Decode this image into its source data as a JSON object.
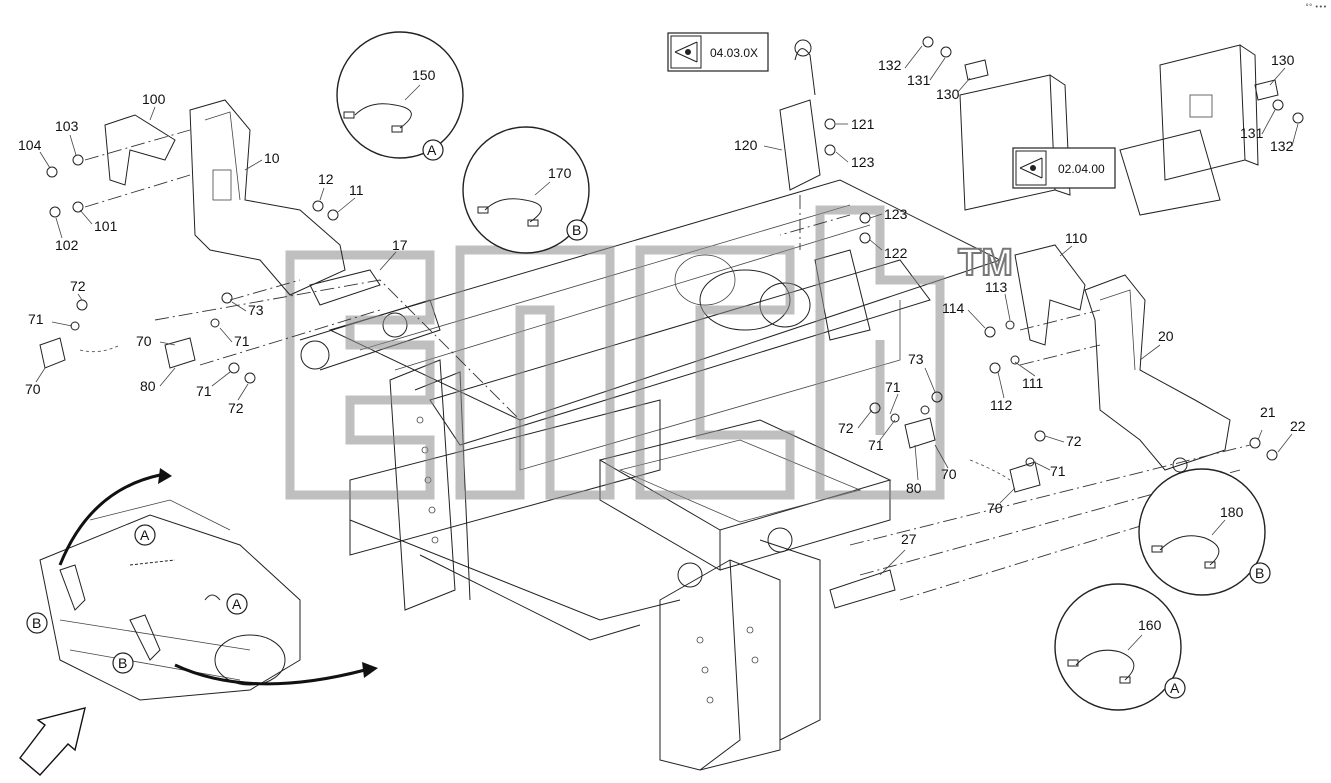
{
  "corner_mark": "°° •••",
  "watermark": {
    "text": "elisa",
    "tm": "TM"
  },
  "references": [
    {
      "id": "ref-040300x",
      "text": "04.03.0X"
    },
    {
      "id": "ref-020400",
      "text": "02.04.00"
    }
  ],
  "detail_circles": [
    {
      "id": "detail-150",
      "number": "150",
      "letter": "A"
    },
    {
      "id": "detail-170",
      "number": "170",
      "letter": "B"
    },
    {
      "id": "detail-180",
      "number": "180",
      "letter": "B"
    },
    {
      "id": "detail-160",
      "number": "160",
      "letter": "A"
    }
  ],
  "overview": {
    "markers": [
      "A",
      "A",
      "B",
      "B"
    ]
  },
  "part_labels": [
    "100",
    "103",
    "104",
    "10",
    "101",
    "102",
    "12",
    "11",
    "17",
    "72",
    "71",
    "70",
    "73",
    "71",
    "70",
    "80",
    "71",
    "72",
    "120",
    "121",
    "123",
    "123",
    "122",
    "132",
    "131",
    "130",
    "130",
    "131",
    "132",
    "110",
    "113",
    "114",
    "20",
    "111",
    "112",
    "73",
    "71",
    "72",
    "71",
    "70",
    "80",
    "72",
    "71",
    "70",
    "21",
    "22",
    "27"
  ]
}
